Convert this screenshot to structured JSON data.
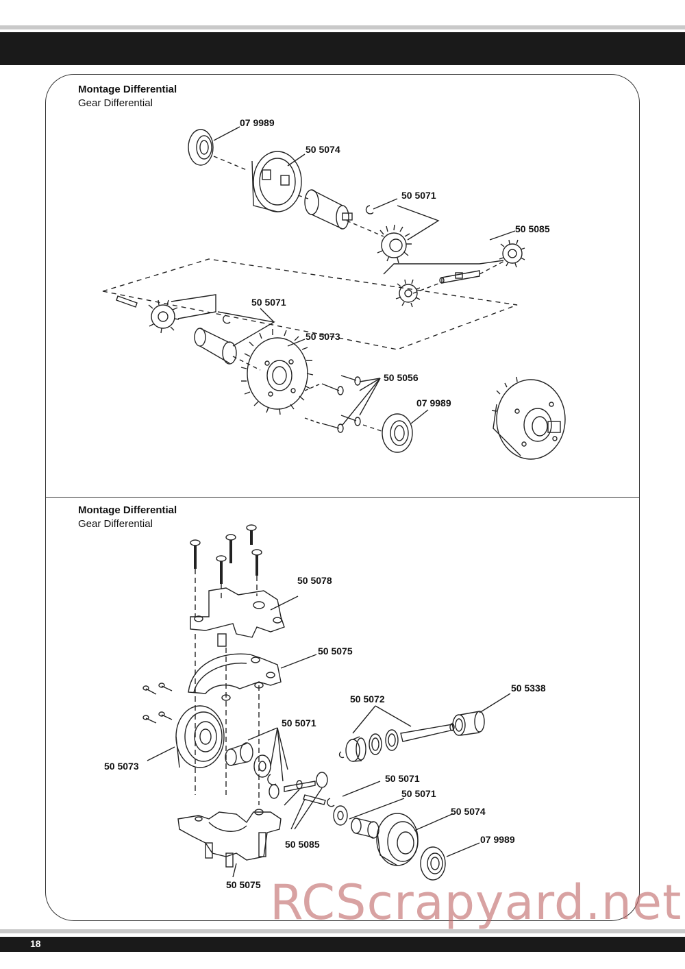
{
  "page_number": "18",
  "sections": [
    {
      "title": "Montage Differential",
      "subtitle": "Gear Differential",
      "labels": [
        "07 9989",
        "50 5074",
        "50 5071",
        "50 5085",
        "50 5071",
        "50 5073",
        "50 5056",
        "07 9989"
      ]
    },
    {
      "title": "Montage Differential",
      "subtitle": "Gear Differential",
      "labels": [
        "50 5078",
        "50 5075",
        "50 5338",
        "50 5072",
        "50 5071",
        "50 5073",
        "50 5071",
        "50 5071",
        "50 5074",
        "07 9989",
        "50 5085",
        "50 5075"
      ]
    }
  ],
  "watermark": "RCScrapyard.net"
}
